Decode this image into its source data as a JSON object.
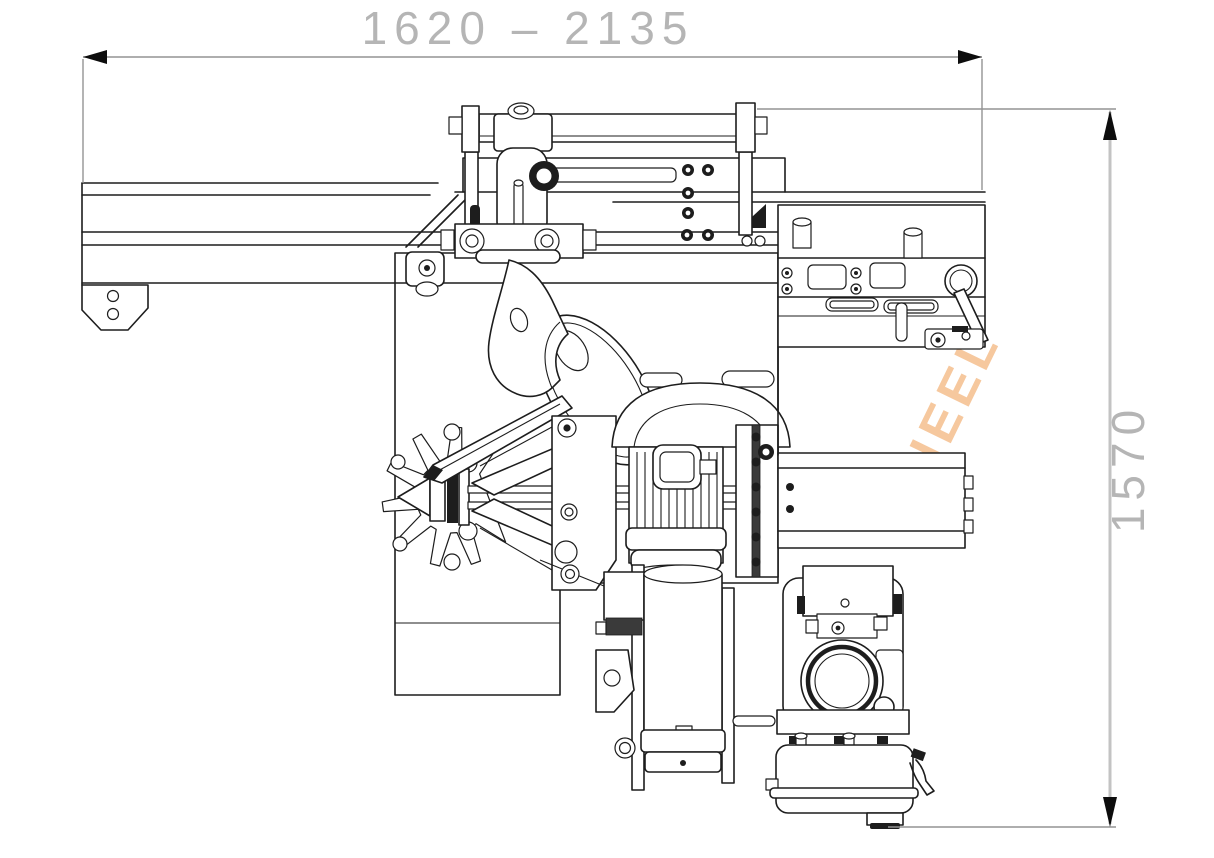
{
  "page": {
    "background": "#ffffff",
    "description": "CAD side-view technical drawing of a tire changer machine with overall dimension callouts"
  },
  "dimensions": {
    "horizontal": {
      "label": "1620 – 2135"
    },
    "vertical": {
      "label": "1570"
    }
  },
  "watermark": {
    "text": "WHEEL",
    "visible_fragment": "EEL",
    "color": "#f6c89e"
  },
  "colors": {
    "outline": "#1d1d1d",
    "dimension_line": "#939393",
    "vertical_dimension_line": "#c3c3c3",
    "dimension_text": "#b5b5b5",
    "arrow": "#0d0d0d"
  },
  "parts": [
    {
      "id": "slide-rail-beam"
    },
    {
      "id": "rail-mounting-foot"
    },
    {
      "id": "horizontal-tool-arm"
    },
    {
      "id": "mount-demount-head"
    },
    {
      "id": "bead-breaker-disc"
    },
    {
      "id": "control-tray"
    },
    {
      "id": "locking-lever"
    },
    {
      "id": "wheel-clamp-chuck"
    },
    {
      "id": "clamp-arms"
    },
    {
      "id": "drive-motor"
    },
    {
      "id": "gearbox-housing"
    },
    {
      "id": "horizontal-cylinder"
    },
    {
      "id": "support-column"
    },
    {
      "id": "ring-housing-assembly"
    },
    {
      "id": "base-box"
    },
    {
      "id": "main-cabinet"
    }
  ]
}
